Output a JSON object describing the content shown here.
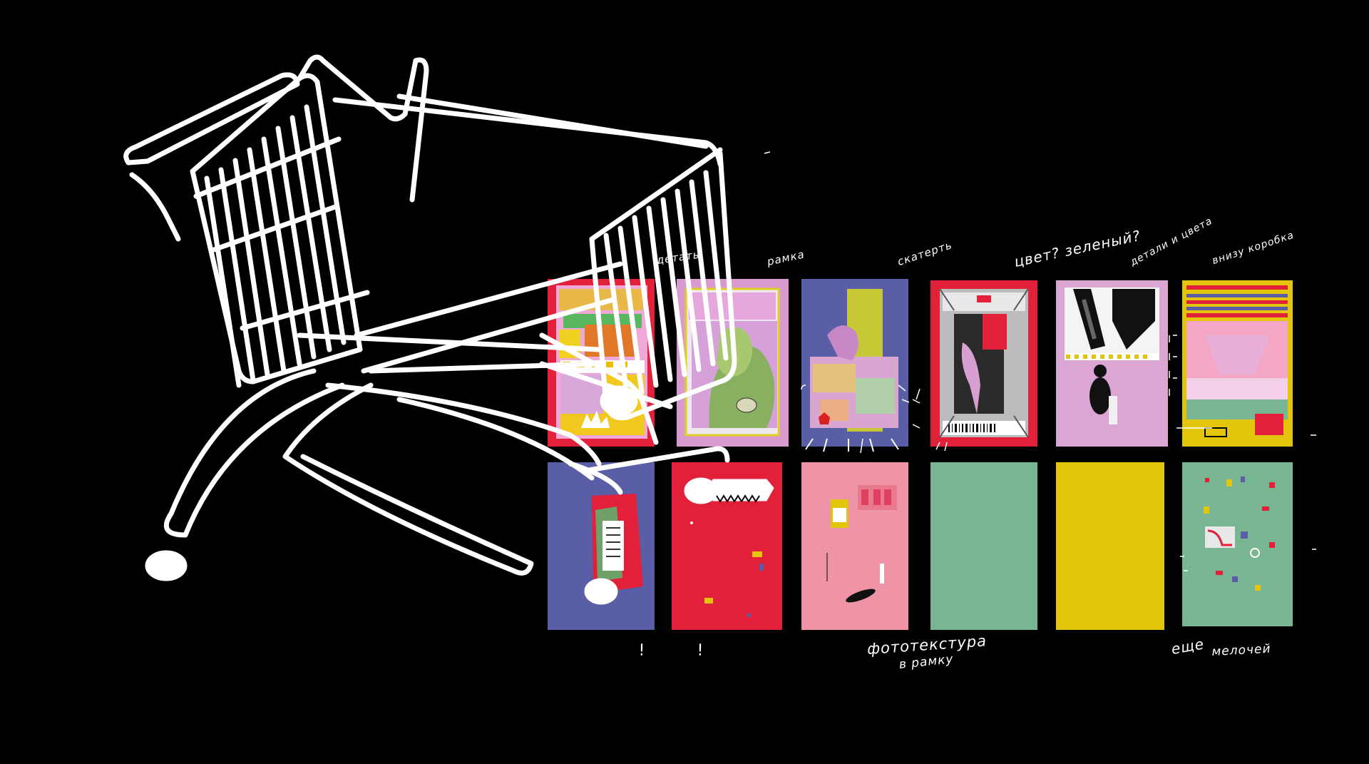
{
  "annotations": {
    "top_1": "детать",
    "top_2": "рамка",
    "top_3": "скатерть",
    "top_4": "цвет? зеленый?",
    "top_5": "детали и цвета",
    "top_6": "внизу коробка",
    "bottom_1": "!",
    "bottom_2": "!",
    "bottom_3_line1": "фототекстура",
    "bottom_3_line2": "в рамку",
    "bottom_4_line1": "еще",
    "bottom_4_line2": "мелочей"
  },
  "palette": {
    "background": "#000000",
    "sketch": "#ffffff",
    "red": "#e2203a",
    "pink": "#dba6d4",
    "violet": "#5a5ea6",
    "green": "#78b592",
    "yellow": "#e3c60b",
    "rose": "#ef93a6",
    "lime": "#c6c935"
  },
  "posters": {
    "row_top": [
      "red-collage",
      "pink-portrait",
      "violet-tablecloth",
      "red-frame",
      "pink-photo",
      "yellow-box"
    ],
    "row_bottom": [
      "violet-package",
      "red-eggs",
      "pink-phototexture",
      "green-blank",
      "yellow-blank",
      "green-details"
    ]
  }
}
